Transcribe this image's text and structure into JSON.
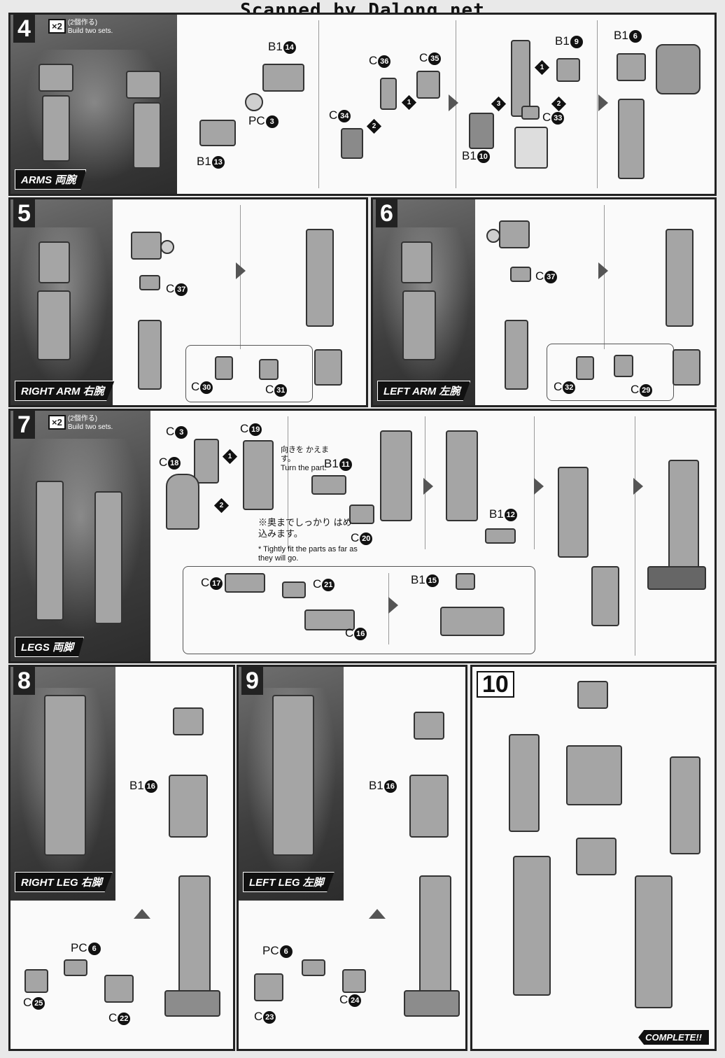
{
  "header": {
    "scan_credit": "Scanned by Dalong.net"
  },
  "steps": {
    "s4": {
      "number": "4",
      "multiplier": "×2",
      "jp_note": "(2個作る)",
      "en_note": "Build two sets.",
      "tag": "ARMS 両腕",
      "parts": {
        "b14": "B1",
        "b14n": "14",
        "pc3": "PC",
        "pc3n": "3",
        "b13": "B1",
        "b13n": "13",
        "c36": "C",
        "c36n": "36",
        "c35": "C",
        "c35n": "35",
        "c34": "C",
        "c34n": "34",
        "b9": "B1",
        "b9n": "9",
        "c33": "C",
        "c33n": "33",
        "b10": "B1",
        "b10n": "10",
        "b6": "B1",
        "b6n": "6"
      }
    },
    "s5": {
      "number": "5",
      "tag": "RIGHT ARM 右腕",
      "parts": {
        "c37": "C",
        "c37n": "37",
        "c30": "C",
        "c30n": "30",
        "c31": "C",
        "c31n": "31"
      }
    },
    "s6": {
      "number": "6",
      "tag": "LEFT ARM 左腕",
      "parts": {
        "c37": "C",
        "c37n": "37",
        "c32": "C",
        "c32n": "32",
        "c29": "C",
        "c29n": "29"
      }
    },
    "s7": {
      "number": "7",
      "multiplier": "×2",
      "jp_note": "(2個作る)",
      "en_note": "Build two sets.",
      "tag": "LEGS 両脚",
      "turn_jp": "向きを かえます。",
      "turn_en": "Turn the part.",
      "fit_jp": "※奥までしっかり はめ込みます。",
      "fit_en": "* Tightly fit the parts as far as they will go.",
      "parts": {
        "c3": "C",
        "c3n": "3",
        "c19": "C",
        "c19n": "19",
        "c18": "C",
        "c18n": "18",
        "b11": "B1",
        "b11n": "11",
        "c20": "C",
        "c20n": "20",
        "b12": "B1",
        "b12n": "12",
        "c17": "C",
        "c17n": "17",
        "c21": "C",
        "c21n": "21",
        "b15": "B1",
        "b15n": "15",
        "c16": "C",
        "c16n": "16"
      }
    },
    "s8": {
      "number": "8",
      "tag": "RIGHT LEG 右脚",
      "parts": {
        "b16": "B1",
        "b16n": "16",
        "pc6": "PC",
        "pc6n": "6",
        "c25": "C",
        "c25n": "25",
        "c22": "C",
        "c22n": "22"
      }
    },
    "s9": {
      "number": "9",
      "tag": "LEFT LEG 左脚",
      "parts": {
        "b16": "B1",
        "b16n": "16",
        "pc6": "PC",
        "pc6n": "6",
        "c23": "C",
        "c23n": "23",
        "c24": "C",
        "c24n": "24"
      }
    },
    "s10": {
      "number": "10",
      "complete": "COMPLETE!!"
    }
  },
  "step_markers": {
    "one": "1",
    "two": "2",
    "three": "3"
  },
  "colors": {
    "panel_border": "#222222",
    "side_dark": "#3e3e3e",
    "part_gray": "#a5a5a5"
  }
}
